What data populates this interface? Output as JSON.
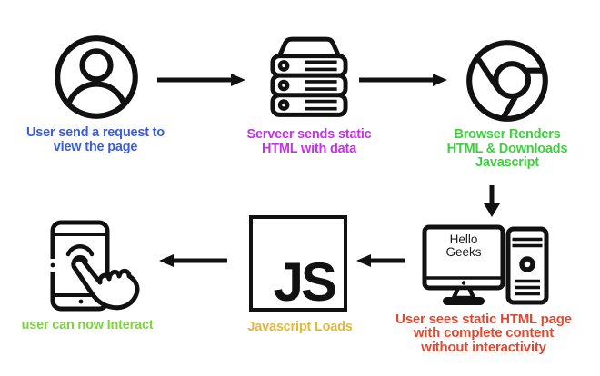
{
  "diagram": {
    "background": "#ffffff",
    "ink": "#111111",
    "steps": {
      "user_request": {
        "icon": "user-icon",
        "label": "User send a request to\nview the page",
        "color": "#3A5ED8"
      },
      "server": {
        "icon": "server-icon",
        "label": "Serveer sends static\nHTML with data",
        "color": "#C433E2"
      },
      "browser": {
        "icon": "chrome-browser-icon",
        "label": "Browser Renders\nHTML & Downloads\nJavascript",
        "color": "#3FCE3F"
      },
      "static_page": {
        "icon": "desktop-computer-icon",
        "label": "User sees static HTML page\nwith complete content\nwithout interactivity",
        "color": "#DC4A32",
        "screen_text": "Hello\nGeeks"
      },
      "js_loads": {
        "icon": "javascript-box-icon",
        "label": "Javascript Loads",
        "badge": "JS",
        "color": "#DFB93C"
      },
      "interact": {
        "icon": "phone-tap-icon",
        "label": "user can now Interact",
        "color": "#7ED23F"
      }
    },
    "flow": [
      "user_request -> server",
      "server -> browser",
      "browser -> static_page",
      "static_page -> js_loads",
      "js_loads -> interact"
    ]
  }
}
